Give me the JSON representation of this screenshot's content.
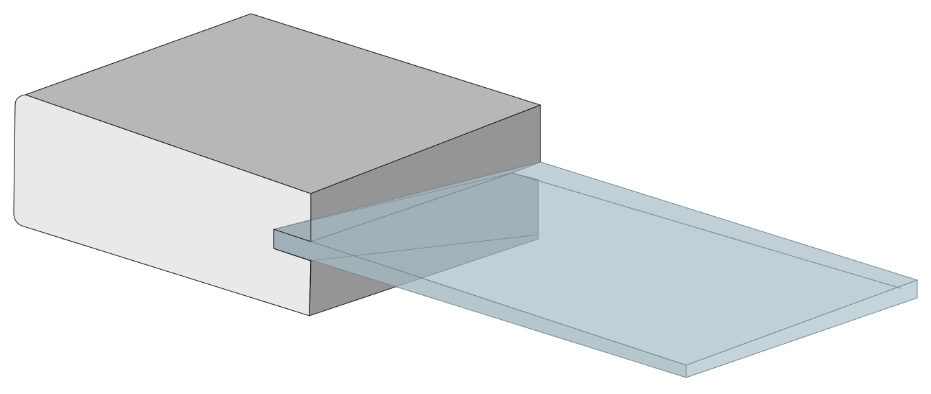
{
  "diagram": {
    "kind": "isometric-3d-render",
    "parts": [
      {
        "id": "block",
        "description_name": "slotted-block"
      },
      {
        "id": "panel",
        "description_name": "transparent-panel"
      }
    ],
    "colors": {
      "background": "#ffffff",
      "block_top": "#b7b7b7",
      "block_front_right": "#959595",
      "block_left": "#e9e9e9",
      "slot_interior": "#8a8a8a",
      "panel_face": "#a9bec6",
      "panel_edge": "#9db3bd",
      "outline": "#1f1f1f"
    }
  }
}
